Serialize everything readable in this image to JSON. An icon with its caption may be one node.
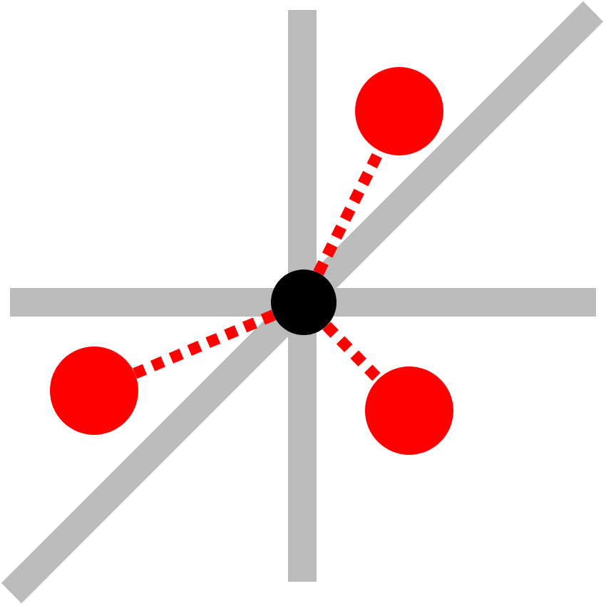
{
  "diagram": {
    "nodes": [
      {
        "text": [],
        "shape": "circle"
      },
      {
        "text": [],
        "shape": "circle"
      },
      {
        "text": [],
        "shape": "circle"
      },
      {
        "text": [],
        "shape": "circle"
      }
    ],
    "edges": [
      {
        "from": 0,
        "to": 1,
        "arrow": "none",
        "style": "dashed"
      },
      {
        "from": 0,
        "to": 2,
        "arrow": "none",
        "style": "dashed"
      },
      {
        "from": 0,
        "to": 3,
        "arrow": "none",
        "style": "dashed"
      }
    ]
  }
}
